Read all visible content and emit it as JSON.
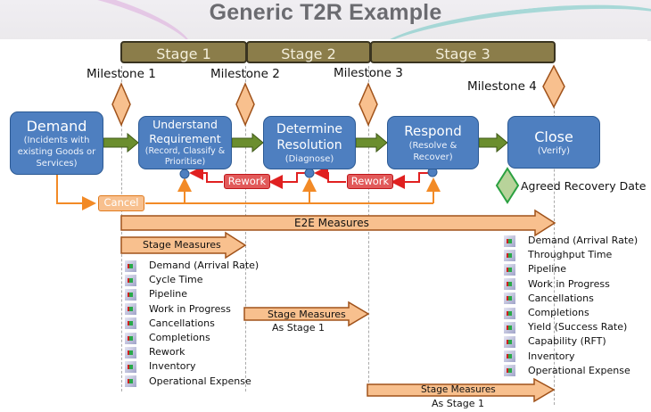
{
  "title": "Generic T2R Example",
  "stages": [
    {
      "label": "Stage 1"
    },
    {
      "label": "Stage 2"
    },
    {
      "label": "Stage 3"
    }
  ],
  "milestones": [
    {
      "label": "Milestone 1"
    },
    {
      "label": "Milestone 2"
    },
    {
      "label": "Milestone 3"
    },
    {
      "label": "Milestone 4"
    }
  ],
  "process": [
    {
      "title": "Demand",
      "subtitle": "(Incidents with existing Goods or Services)"
    },
    {
      "title": "Understand Requirement",
      "subtitle": "(Record, Classify & Prioritise)"
    },
    {
      "title": "Determine Resolution",
      "subtitle": "(Diagnose)"
    },
    {
      "title": "Respond",
      "subtitle": "(Resolve & Recover)"
    },
    {
      "title": "Close",
      "subtitle": "(Verify)"
    }
  ],
  "rework_labels": [
    "Rework",
    "Rework"
  ],
  "cancel_label": "Cancel",
  "agreed_recovery_label": "Agreed Recovery Date",
  "e2e_label": "E2E Measures",
  "stage_measures": [
    {
      "label": "Stage Measures",
      "note": ""
    },
    {
      "label": "Stage Measures",
      "note": "As Stage 1"
    },
    {
      "label": "Stage Measures",
      "note": "As Stage 1"
    }
  ],
  "stage1_measures": [
    "Demand (Arrival Rate)",
    "Cycle Time",
    "Pipeline",
    "Work in Progress",
    "Cancellations",
    "Completions",
    "Rework",
    "Inventory",
    "Operational Expense"
  ],
  "e2e_measures": [
    "Demand (Arrival Rate)",
    "Throughput Time",
    "Pipeline",
    "Work in Progress",
    "Cancellations",
    "Completions",
    "Yield (Success Rate)",
    "Capability (RFT)",
    "Inventory",
    "Operational Expense"
  ],
  "colors": {
    "stage_fill": "#8b7d4a",
    "process_fill": "#4e7fc0",
    "flow_arrow": "#6b8e2e",
    "milestone_fill": "#f8c08e",
    "rework": "#e02020",
    "cancel_line": "#f28a26",
    "agreed_diamond": "#b8d39a"
  }
}
